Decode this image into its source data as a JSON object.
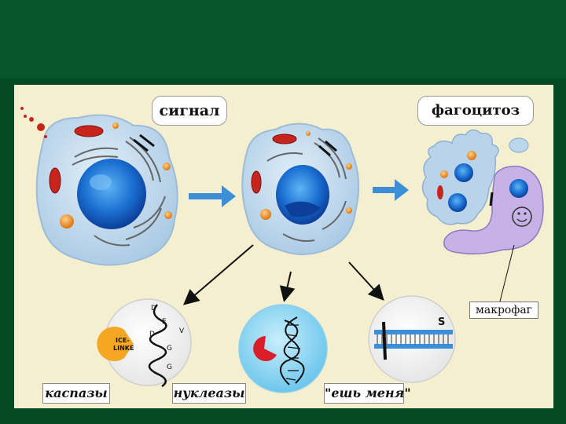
{
  "labels": {
    "signal": "сигнал",
    "phagocytosis": "фагоцитоз",
    "macrophage": "макрофаг",
    "caspases": "каспазы",
    "nucleases": "нуклеазы",
    "eat_me": "\"ешь меня\""
  },
  "inset_caspase": {
    "enzyme_text_line1": "ICE-",
    "enzyme_text_line2": "LINKE",
    "sequence_letters": [
      "D",
      "E",
      "V",
      "D",
      "G",
      "G"
    ]
  },
  "inset_membrane": {
    "letter": "S"
  },
  "colors": {
    "background": "#064a24",
    "panel": "#f4efcf",
    "cell_body": "#bfd9ec",
    "nucleus": "#1a6fd1",
    "mitochondrion": "#c8241e",
    "arrow_blue": "#3b8fd9",
    "macrophage": "#c6b2e6",
    "pacman_orange": "#f5a623",
    "pacman_red": "#d9202a"
  }
}
